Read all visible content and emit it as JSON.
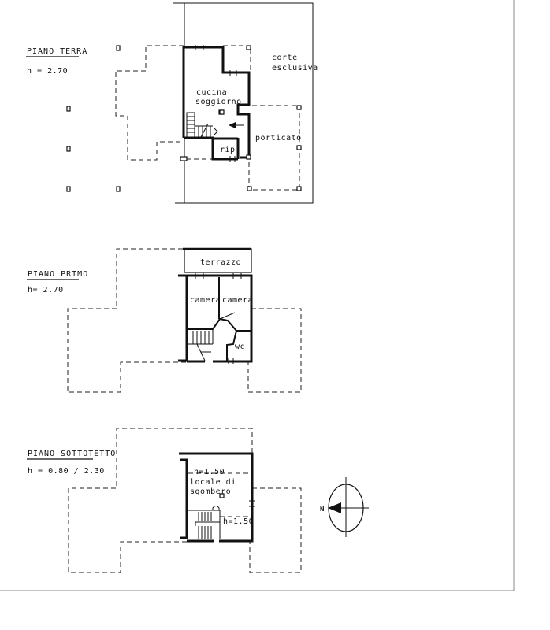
{
  "floors": {
    "ground": {
      "title": "PIANO TERRA",
      "height": "h = 2.70",
      "rooms": {
        "court": [
          "corte",
          "esclusiva"
        ],
        "living": [
          "cucina",
          "soggiorno"
        ],
        "porch": "porticato",
        "storage": "rip."
      }
    },
    "first": {
      "title": "PIANO PRIMO",
      "height": "h= 2.70",
      "rooms": {
        "terrace": "terrazzo",
        "bedroom1": "camera",
        "bedroom2": "camera",
        "bathroom": "wc"
      }
    },
    "attic": {
      "title": "PIANO SOTTOTETTO",
      "height": "h = 0.80 / 2.30",
      "rooms": {
        "storage": [
          "locale di",
          "sgombero"
        ],
        "height_mark_1": "h=1.50",
        "height_mark_2": "h=1.50"
      }
    }
  },
  "compass": {
    "north_label": "N"
  }
}
